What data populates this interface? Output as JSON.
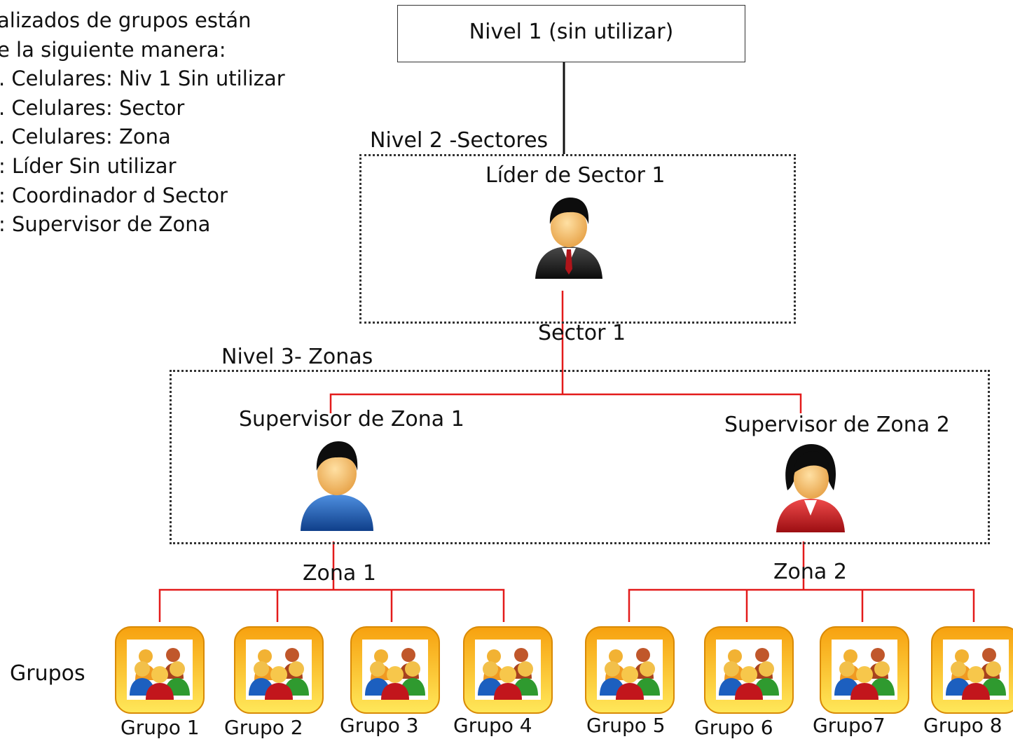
{
  "legend": {
    "line1": "alizados de grupos están",
    "line2": "e la siguiente manera:",
    "items": [
      ". Celulares:  Niv 1 Sin utilizar",
      ". Celulares:  Sector",
      ". Celulares:  Zona",
      ":  Líder Sin utilizar",
      ":  Coordinador d Sector",
      ":  Supervisor de Zona"
    ]
  },
  "level1": {
    "label": "Nivel 1 (sin utilizar)"
  },
  "level2": {
    "title": "Nivel 2 -Sectores",
    "leader": "Líder de Sector 1",
    "sector": "Sector 1"
  },
  "level3": {
    "title": "Nivel 3- Zonas",
    "supervisor1": "Supervisor de Zona 1",
    "supervisor2": "Supervisor de Zona 2",
    "zone1": "Zona 1",
    "zone2": "Zona 2"
  },
  "groups": {
    "row_label": "Grupos",
    "items": [
      "Grupo 1",
      "Grupo 2",
      "Grupo 3",
      "Grupo 4",
      "Grupo 5",
      "Grupo 6",
      "Grupo7",
      "Grupo 8"
    ]
  },
  "colors": {
    "connector": "#e31b1b",
    "tile_outer": "#f7a10f",
    "tile_inner": "#ffe85a",
    "person_blue": "#1c5fbf",
    "person_red": "#c2161c",
    "person_black": "#1a1a1a"
  },
  "icons": {
    "leader": "businessman-icon",
    "supervisor1": "male-user-icon",
    "supervisor2": "female-user-icon",
    "group": "group-people-icon"
  }
}
